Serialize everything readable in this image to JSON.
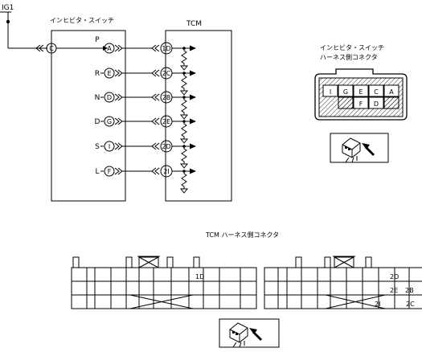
{
  "power_label": "IG1",
  "inhibitor_switch": {
    "title": "インヒビタ・スイッチ",
    "input_pin": "C",
    "positions": [
      {
        "position": "P",
        "pin": "A"
      },
      {
        "position": "R",
        "pin": "E"
      },
      {
        "position": "N",
        "pin": "D"
      },
      {
        "position": "D",
        "pin": "G"
      },
      {
        "position": "S",
        "pin": "I"
      },
      {
        "position": "L",
        "pin": "F"
      }
    ]
  },
  "tcm": {
    "title": "TCM",
    "pins": [
      "1D",
      "2C",
      "2B",
      "2E",
      "2D",
      "2I"
    ]
  },
  "inhibitor_connector": {
    "title_line1": "インヒビタ・スイッチ",
    "title_line2": "ハーネス側コネクタ",
    "top_row": [
      "I",
      "G",
      "E",
      "C",
      "A"
    ],
    "bottom_row": [
      "F",
      "D"
    ]
  },
  "tcm_connector": {
    "title": "TCM ハーネス側コネクタ",
    "left_block_labels": [
      "1D"
    ],
    "right_block_labels": [
      "2D",
      "2E",
      "2B",
      "2I",
      "2C"
    ]
  },
  "icons": [
    "harness-connector-view-icon",
    "harness-connector-view-icon"
  ]
}
